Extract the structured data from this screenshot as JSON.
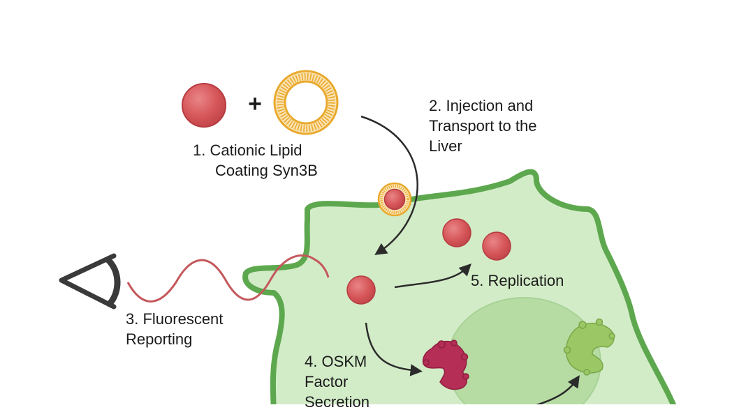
{
  "steps": {
    "step1": {
      "line1": "1.  Cationic Lipid",
      "line2": "Coating Syn3B"
    },
    "step2": {
      "line1": "2. Injection and",
      "line2": "Transport to the",
      "line3": "Liver"
    },
    "step3": {
      "line1": "3. Fluorescent",
      "line2": "Reporting"
    },
    "step4": {
      "line1": "4. OSKM",
      "line2": "Factor",
      "line3": "Secretion"
    },
    "step5": {
      "line1": "5. Replication"
    }
  },
  "symbols": {
    "plus": "+"
  },
  "icons": [
    "virus-particle-icon",
    "lipid-vesicle-icon",
    "eye-icon",
    "protein-icon"
  ],
  "colors": {
    "cell_fill": "#d3ecc8",
    "cell_outline": "#5da84e",
    "nucleus_fill": "#b6dca4",
    "particle": "#d65659",
    "particle_edge": "#b53b40",
    "lipid": "#e9a92d",
    "wave": "#c4585c",
    "protein_magenta": "#b52e56",
    "protein_green": "#9bc764",
    "arrow": "#2b2b2b"
  }
}
